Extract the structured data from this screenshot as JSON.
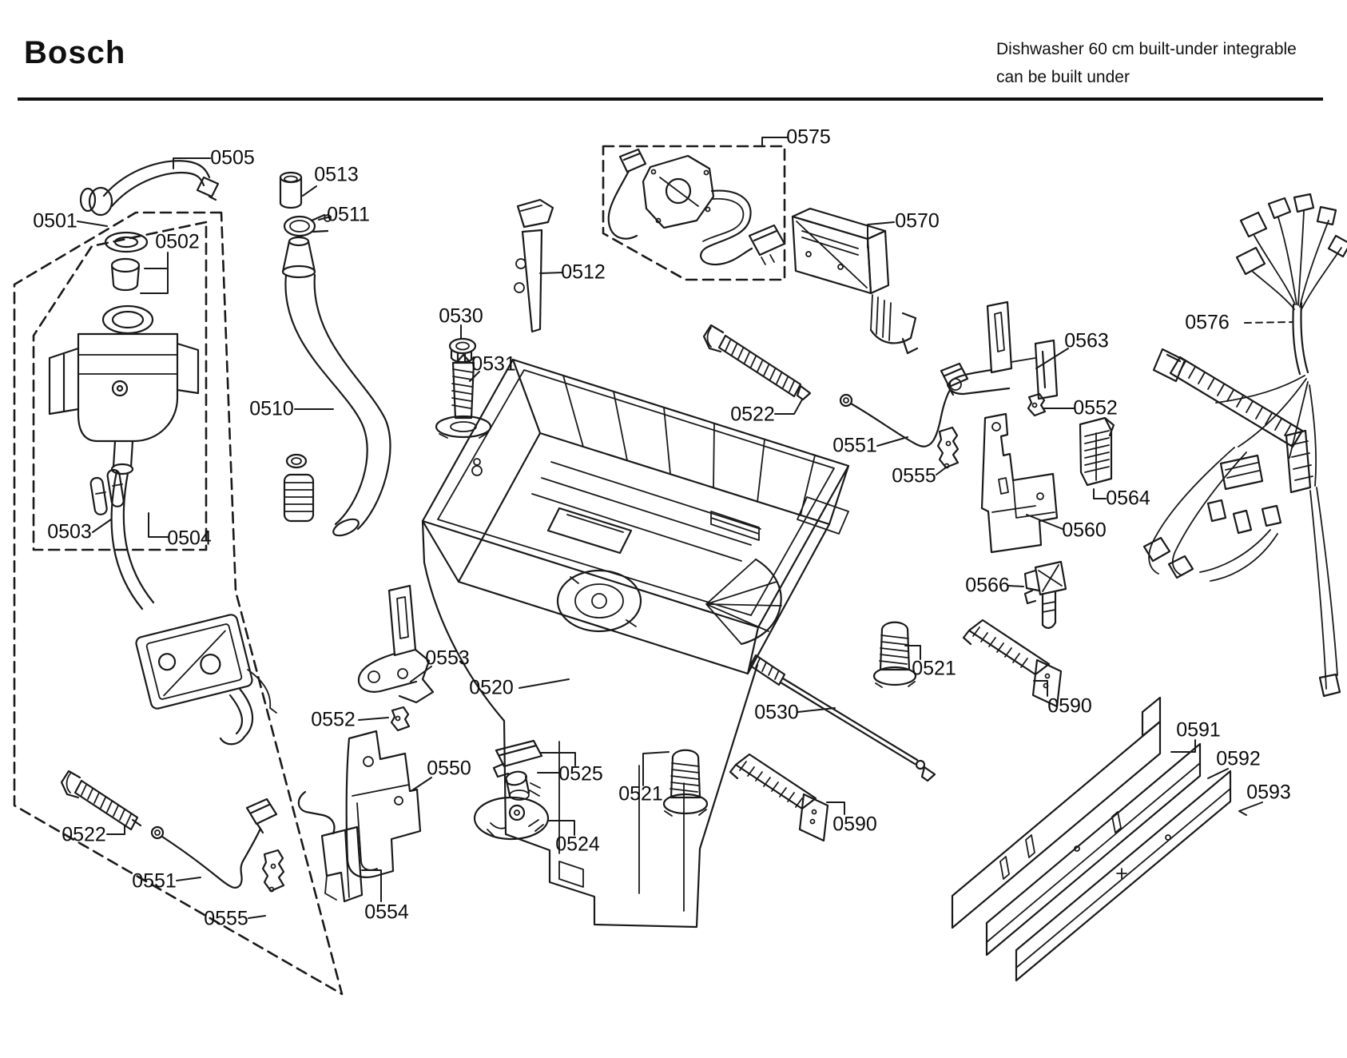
{
  "header": {
    "brand": "Bosch",
    "product_line1": "Dishwasher 60 cm built-under integrable",
    "product_line2": "can be built under"
  },
  "diagram": {
    "labels": [
      {
        "text": "0505"
      },
      {
        "text": "0513"
      },
      {
        "text": "0511"
      },
      {
        "text": "0501"
      },
      {
        "text": "0502"
      },
      {
        "text": "0512"
      },
      {
        "text": "0575"
      },
      {
        "text": "0570"
      },
      {
        "text": "0530"
      },
      {
        "text": "0531"
      },
      {
        "text": "0510"
      },
      {
        "text": "0522"
      },
      {
        "text": "0551"
      },
      {
        "text": "0555"
      },
      {
        "text": "0563"
      },
      {
        "text": "0552"
      },
      {
        "text": "0564"
      },
      {
        "text": "0560"
      },
      {
        "text": "0576"
      },
      {
        "text": "0503"
      },
      {
        "text": "0504"
      },
      {
        "text": "0566"
      },
      {
        "text": "0553"
      },
      {
        "text": "0520"
      },
      {
        "text": "0552"
      },
      {
        "text": "0550"
      },
      {
        "text": "0525"
      },
      {
        "text": "0521"
      },
      {
        "text": "0524"
      },
      {
        "text": "0530"
      },
      {
        "text": "0521"
      },
      {
        "text": "0590"
      },
      {
        "text": "0590"
      },
      {
        "text": "0591"
      },
      {
        "text": "0592"
      },
      {
        "text": "0593"
      },
      {
        "text": "0522"
      },
      {
        "text": "0551"
      },
      {
        "text": "0555"
      },
      {
        "text": "0554"
      }
    ]
  }
}
